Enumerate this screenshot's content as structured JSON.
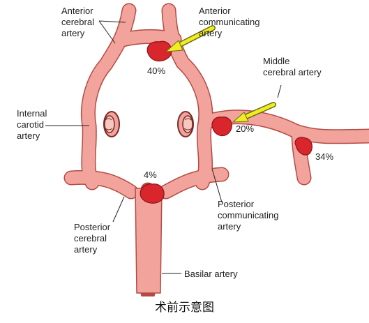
{
  "labels": {
    "anterior_cerebral": [
      "Anterior",
      "cerebral",
      "artery"
    ],
    "anterior_communicating": [
      "Anterior",
      "communicating",
      "artery"
    ],
    "middle_cerebral": [
      "Middle",
      "cerebral artery"
    ],
    "internal_carotid": [
      "Internal",
      "carotid",
      "artery"
    ],
    "posterior_communicating": [
      "Posterior",
      "communicating",
      "artery"
    ],
    "posterior_cerebral": [
      "Posterior",
      "cerebral",
      "artery"
    ],
    "basilar": "Basilar artery"
  },
  "percentages": {
    "anterior_communicating": "40%",
    "middle_cerebral": "20%",
    "middle_cerebral_branch": "34%",
    "basilar_tip": "4%"
  },
  "caption": "术前示意图",
  "colors": {
    "vessel_fill": "#f2a49c",
    "vessel_outline": "#b44a45",
    "aneurysm": "#d8262c",
    "arrow": "#f2ee1e",
    "arrow_outline": "#6a6a20"
  }
}
